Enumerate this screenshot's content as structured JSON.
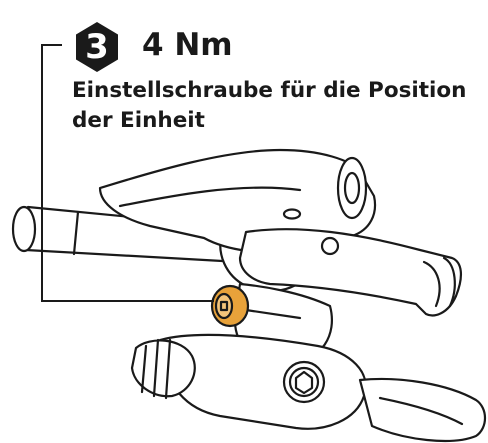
{
  "callout": {
    "step_number": "3",
    "torque": "4 Nm",
    "description_line1": "Einstellschraube für die Position",
    "description_line2": "der Einheit"
  },
  "colors": {
    "badge": "#1a1a1a",
    "screw": "#e8a23a",
    "line": "#1a1a1a"
  }
}
